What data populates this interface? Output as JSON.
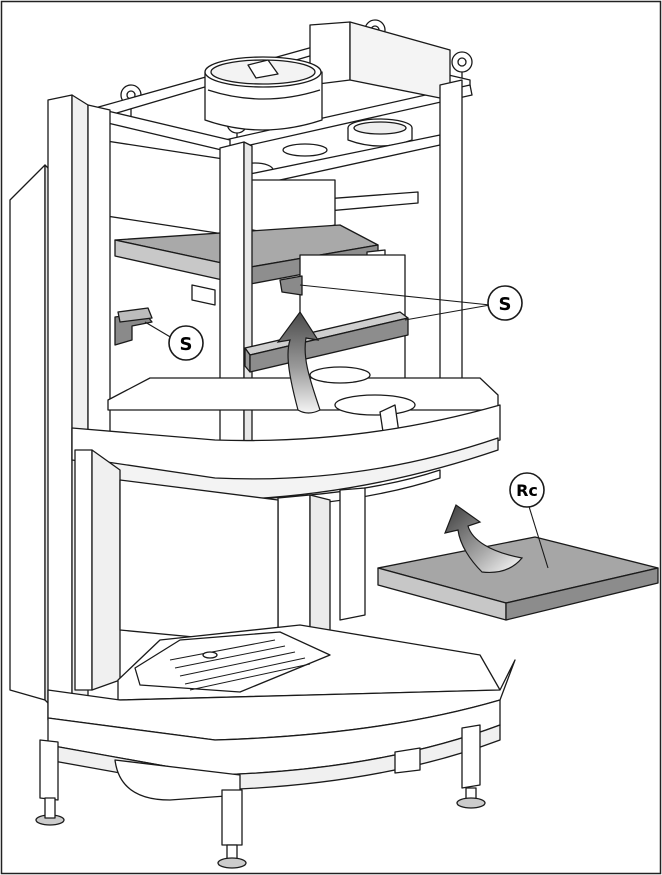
{
  "callouts": {
    "s_right": "S",
    "s_left": "S",
    "rc": "Rc"
  },
  "colors": {
    "line": "#1a1a1a",
    "panel_fill": "#9a9a9a",
    "panel_light": "#c9c9c9",
    "panel_dark": "#6f6f6f",
    "frame_fill": "#ffffff",
    "arrow_light": "#f2f2f2",
    "arrow_dark": "#5a5a5a"
  }
}
